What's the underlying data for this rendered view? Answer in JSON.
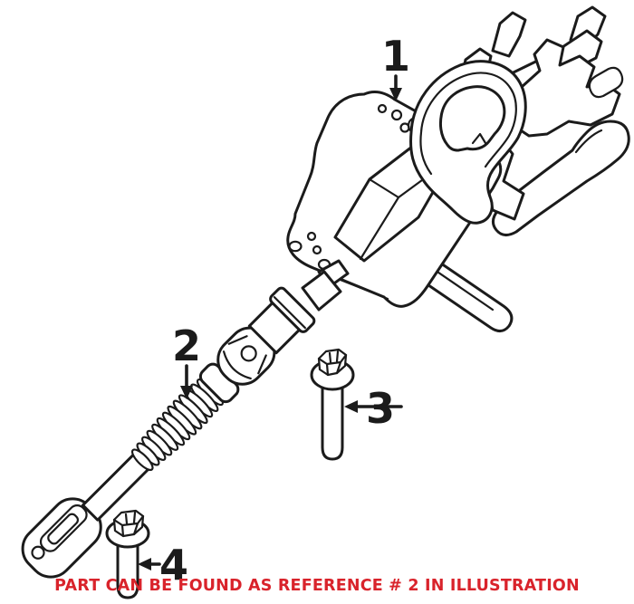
{
  "illustration": {
    "background": "#ffffff",
    "line_color": "#1b1b1b",
    "part_labels": [
      {
        "ref": "1"
      },
      {
        "ref": "2"
      },
      {
        "ref": "3"
      },
      {
        "ref": "4"
      }
    ],
    "caption": {
      "text": "PART CAN BE FOUND AS REFERENCE # 2 IN ILLUSTRATION",
      "color": "#d9232b"
    }
  }
}
